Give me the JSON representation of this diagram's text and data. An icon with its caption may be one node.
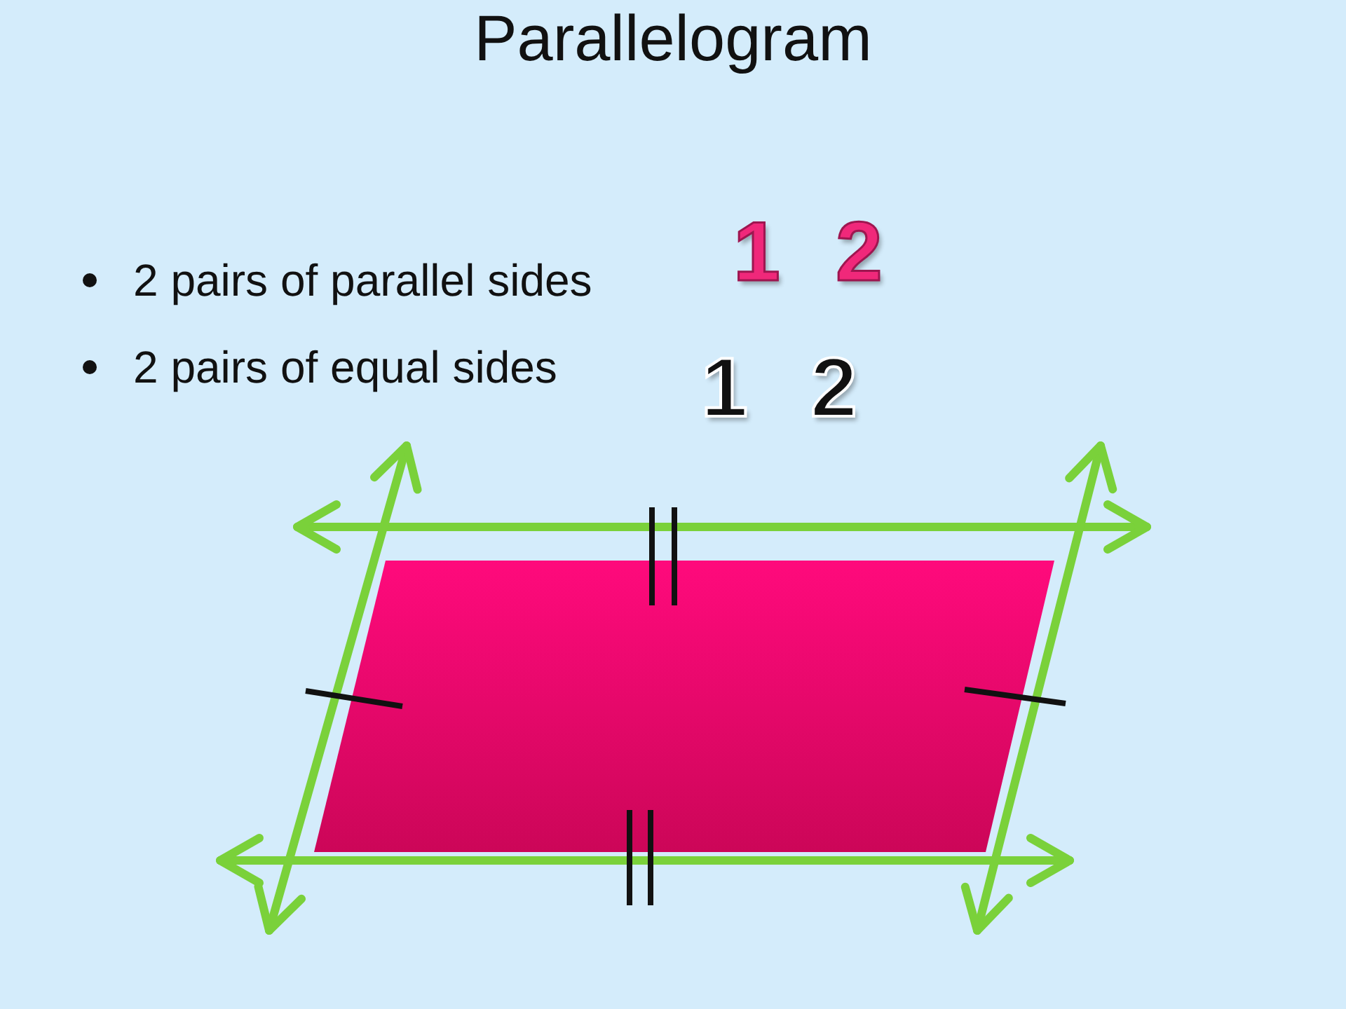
{
  "diagram": {
    "title": "Parallelogram",
    "labels": [
      "2 pairs of parallel sides",
      "1",
      "2",
      "2 pairs of equal sides",
      "1",
      "2"
    ]
  }
}
